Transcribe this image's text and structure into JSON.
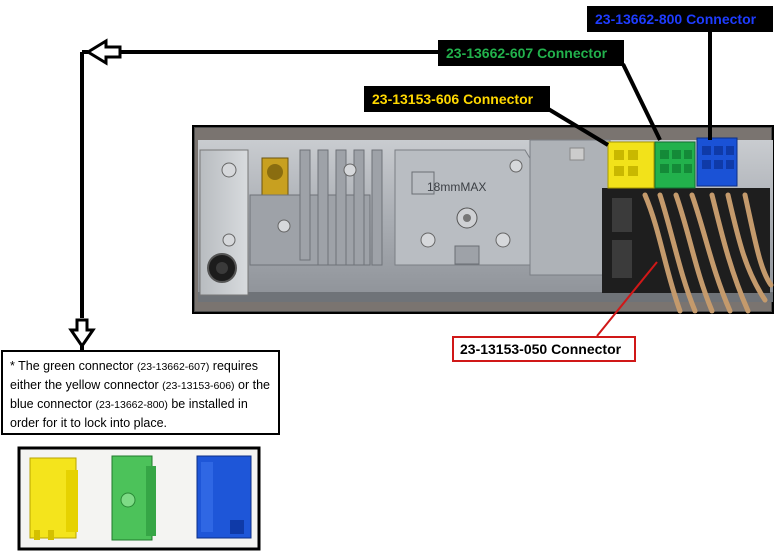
{
  "labels": {
    "blue_connector": "23-13662-800 Connector",
    "green_connector": "23-13662-607 Connector",
    "yellow_connector": "23-13153-606 Connector",
    "harness_connector": "23-13153-050 Connector"
  },
  "note": {
    "p1": "* The green connector ",
    "p1_code": "(23-13662-607)",
    "p2": " requires either the yellow connector ",
    "p2_code": "(23-13153-606)",
    "p3": " or the blue connector ",
    "p3_code": "(23-13662-800)",
    "p4": " be installed in order for it to lock into place."
  },
  "device": {
    "stamp": "18mmMAX"
  },
  "colors": {
    "yellow": "#f2e21a",
    "green": "#22b14c",
    "blue": "#1a52d6",
    "red": "#d01818",
    "label_green_text": "#22b14c",
    "label_yellow_text": "#ffd800",
    "label_blue_text": "#1e3cff"
  }
}
